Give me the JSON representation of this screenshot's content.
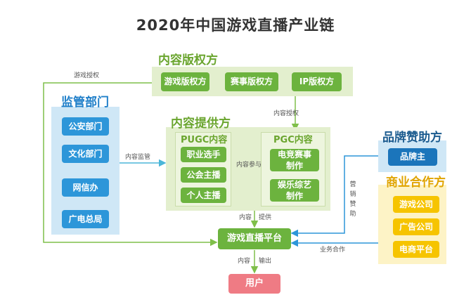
{
  "title": "2020年中国游戏直播产业链",
  "copyright": {
    "heading": "内容版权方",
    "items": [
      "游戏版权方",
      "赛事版权方",
      "IP版权方"
    ]
  },
  "regulators": {
    "heading": "监管部门",
    "items": [
      "公安部门",
      "文化部门",
      "网信办",
      "广电总局"
    ]
  },
  "providers": {
    "heading": "内容提供方",
    "pugc": {
      "heading": "PUGC内容",
      "items": [
        "职业选手",
        "公会主播",
        "个人主播"
      ]
    },
    "pgc": {
      "heading": "PGC内容",
      "items": [
        "电竞赛事\n制作",
        "娱乐综艺\n制作"
      ]
    }
  },
  "sponsors": {
    "heading": "品牌赞助方",
    "items": [
      "品牌主"
    ]
  },
  "partners": {
    "heading": "商业合作方",
    "items": [
      "游戏公司",
      "广告公司",
      "电商平台"
    ]
  },
  "platform": {
    "label": "游戏直播平台"
  },
  "users": {
    "label": "用户"
  },
  "edges": {
    "game_license": "游戏授权",
    "content_license": "内容授权",
    "supervision": "内容监管",
    "participation": "内容参与",
    "provide_a": "内容",
    "provide_b": "提供",
    "marketing_support": "营销赞助",
    "business": "业务合作",
    "output_a": "内容",
    "output_b": "输出"
  },
  "colors": {
    "green": "#6cb33e",
    "blue": "#2d96d9",
    "dark_blue": "#1b75bb",
    "yellow": "#f6c400",
    "pink": "#ef7b84",
    "line": "#7fbf4a"
  }
}
